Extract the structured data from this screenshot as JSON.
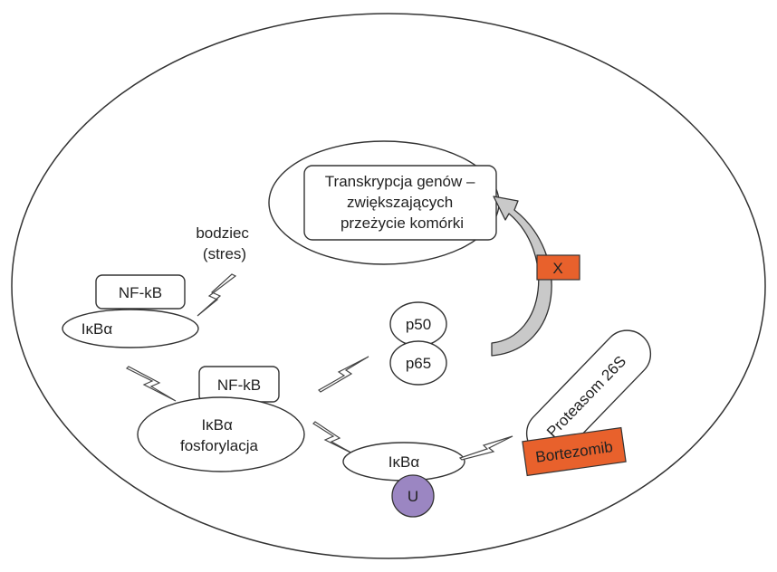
{
  "nodes": {
    "transcription": [
      "Transkrypcja genów –",
      "zwiększających",
      "przeżycie komórki"
    ],
    "stimulus": [
      "bodziec",
      "(stres)"
    ],
    "nfkb_top": "NF-kB",
    "ikba_top": "IκBα",
    "nfkb_mid": "NF-kB",
    "ikba_phos": [
      "IκBα",
      "fosforylacja"
    ],
    "p50": "p50",
    "p65": "p65",
    "ikba_ub": "IκBα",
    "ubiquitin": "U",
    "proteasome": "Proteasom 26S",
    "bortezomib": "Bortezomib",
    "inhibitor_x": "X"
  },
  "colors": {
    "inhibitor": "#e8612c",
    "ubiquitin": "#9b86c2",
    "arrow_fill": "#c9c9c9",
    "outline": "#333333"
  }
}
